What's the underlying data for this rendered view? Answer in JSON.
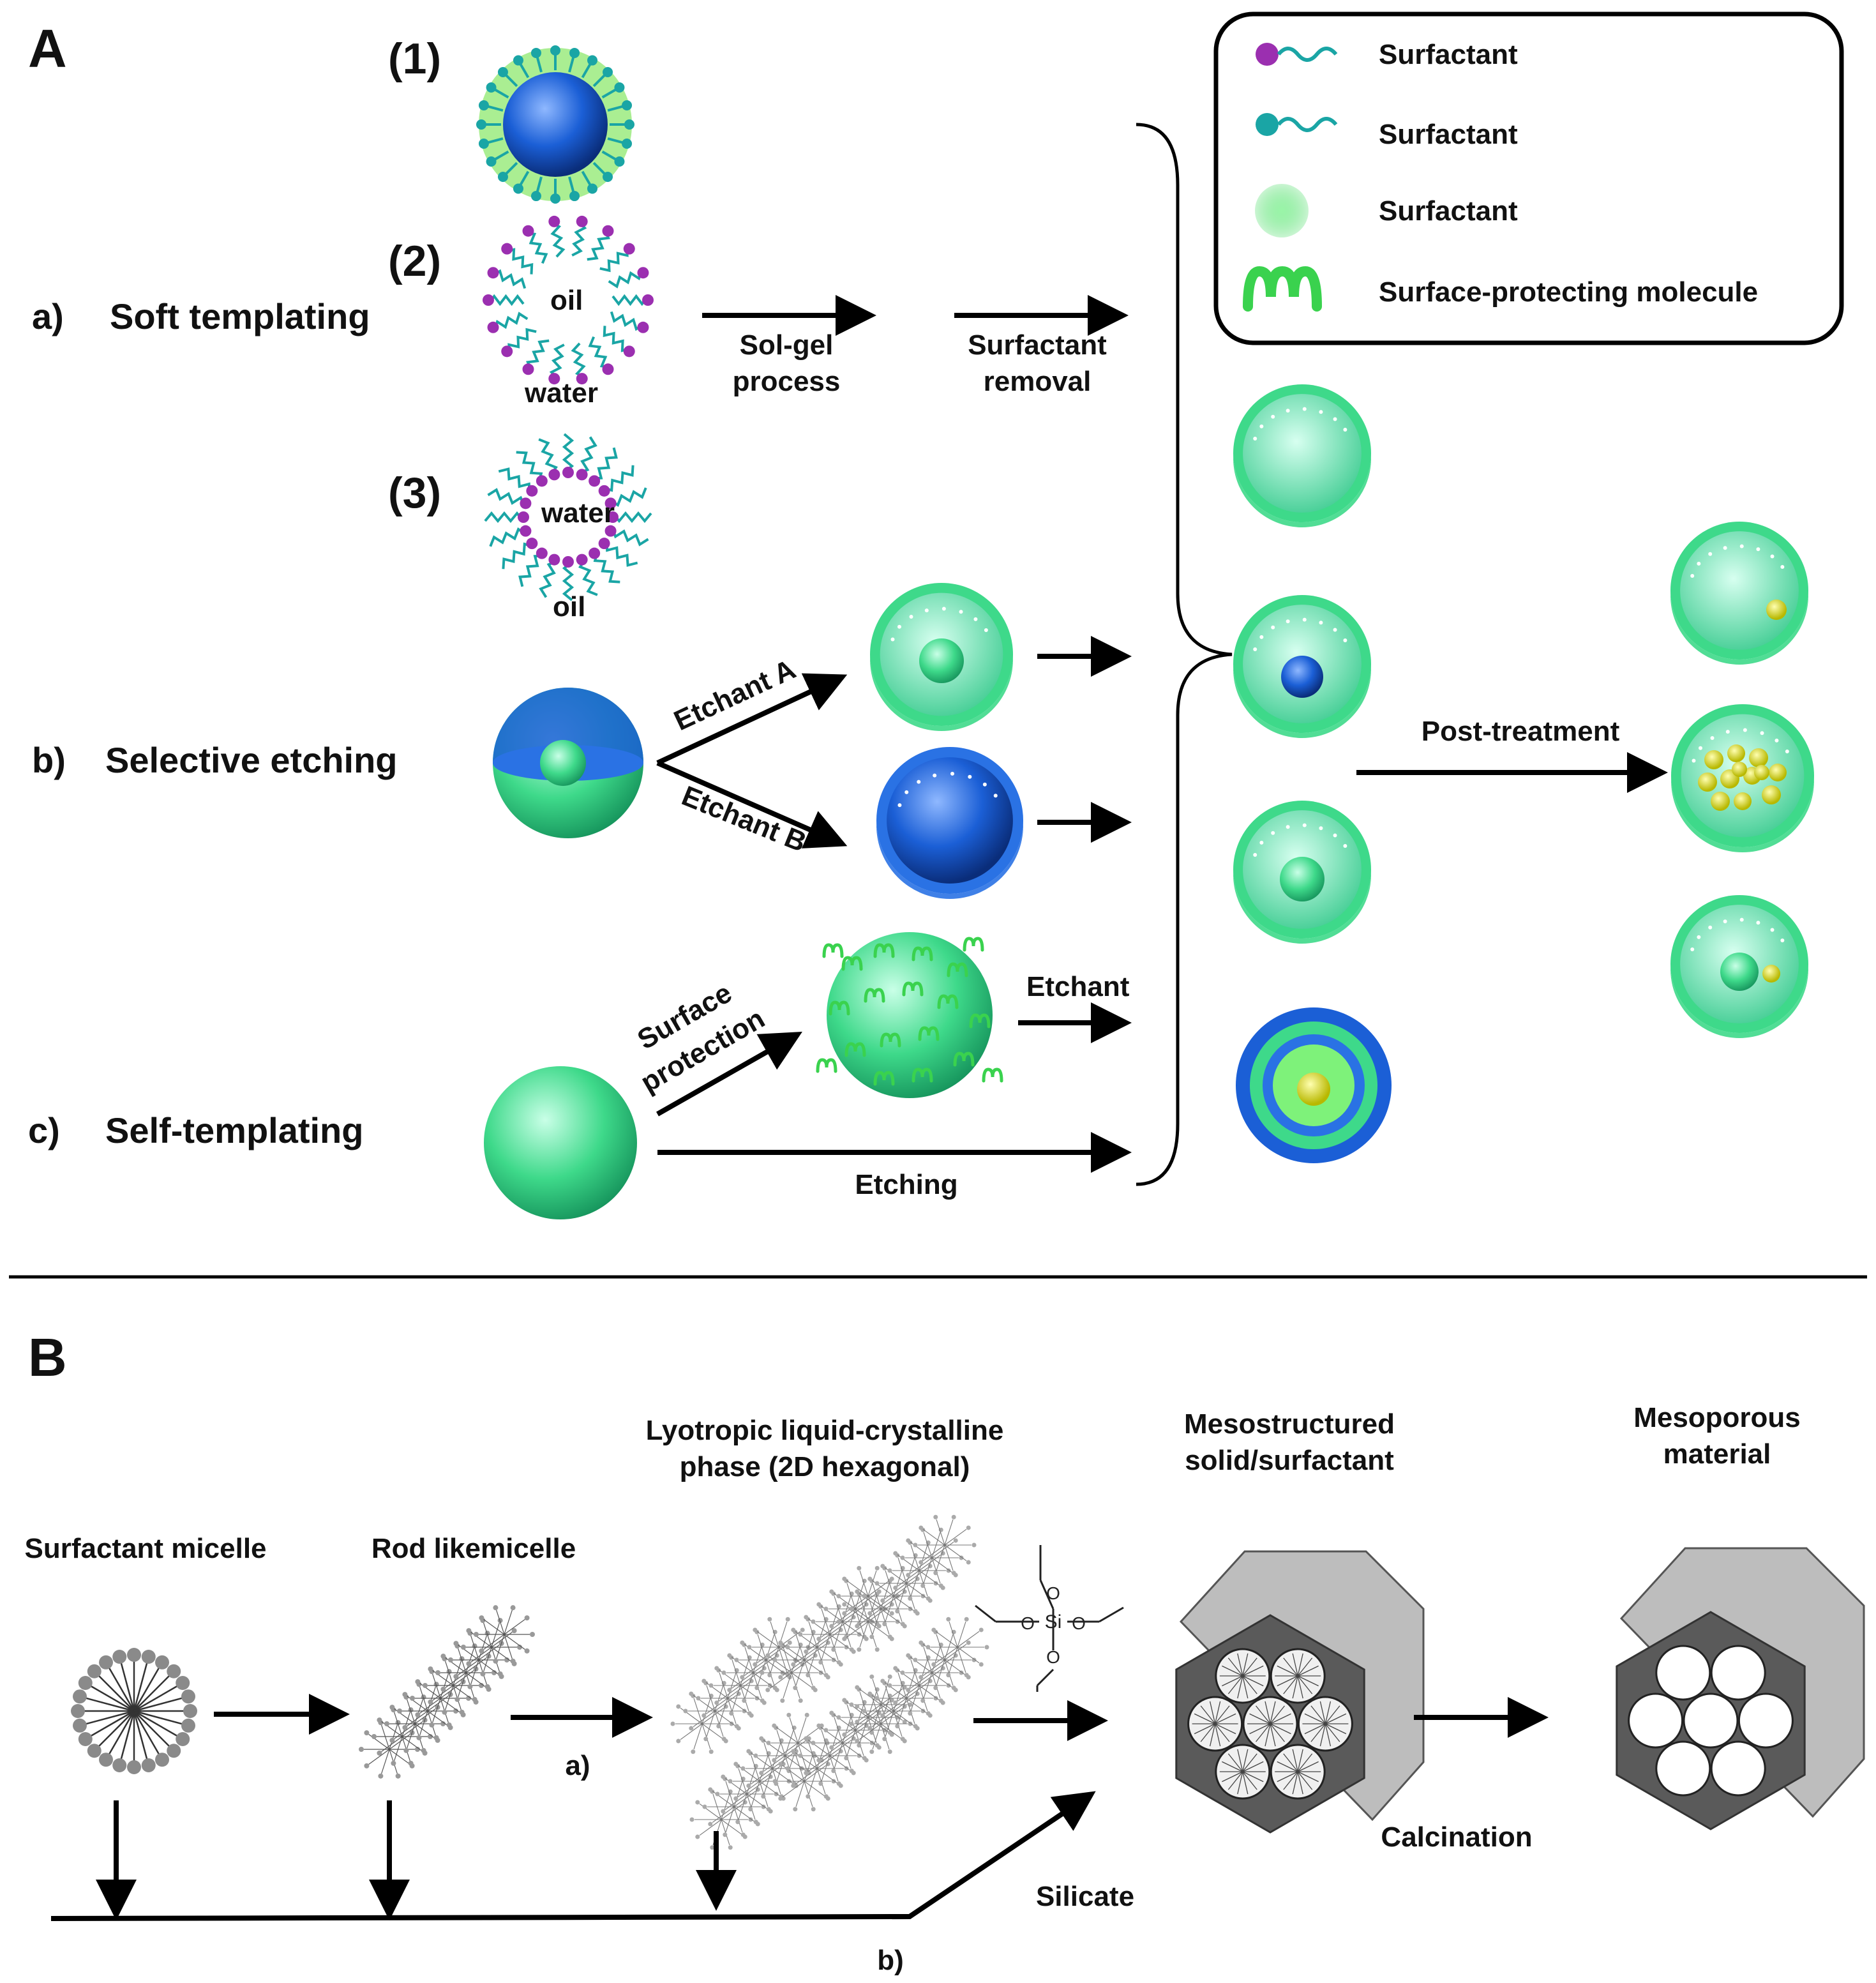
{
  "panel_a": {
    "label": "A",
    "rows": {
      "a_marker": "a)",
      "a_title": "Soft templating",
      "b_marker": "b)",
      "b_title": "Selective etching",
      "c_marker": "c)",
      "c_title": "Self-templating"
    },
    "micelle_numbers": [
      "(1)",
      "(2)",
      "(3)"
    ],
    "phase_labels": {
      "oil_1": "oil",
      "water_1": "water",
      "water_2": "water",
      "oil_2": "oil"
    },
    "arrows": {
      "solgel_1": "Sol-gel",
      "solgel_2": "process",
      "removal_1": "Surfactant",
      "removal_2": "removal",
      "etchant_a": "Etchant A",
      "etchant_b": "Etchant B",
      "surface_1": "Surface",
      "surface_2": "protection",
      "etchant": "Etchant",
      "etching": "Etching",
      "post": "Post-treatment"
    },
    "legend": {
      "item1": "Surfactant",
      "item2": "Surfactant",
      "item3": "Surfactant",
      "item4": "Surface-protecting molecule"
    }
  },
  "panel_b": {
    "label": "B",
    "labels": {
      "micelle": "Surfactant micelle",
      "rod": "Rod likemicelle",
      "lyo_1": "Lyotropic liquid-crystalline",
      "lyo_2": "phase (2D hexagonal)",
      "meso_1": "Mesostructured",
      "meso_2": "solid/surfactant",
      "mpor_1": "Mesoporous",
      "mpor_2": "material",
      "calcination": "Calcination",
      "silicate": "Silicate",
      "route_a": "a)",
      "route_b": "b)",
      "si": "Si",
      "o": "O"
    }
  },
  "colors": {
    "shell_green": "#3ed98a",
    "inner_green": "#5fe3b0",
    "blue": "#1b5fd6",
    "purple": "#9b2fb0",
    "teal": "#1aa5a5",
    "yellow": "#e8e620",
    "gray": "#8a8a8a"
  }
}
